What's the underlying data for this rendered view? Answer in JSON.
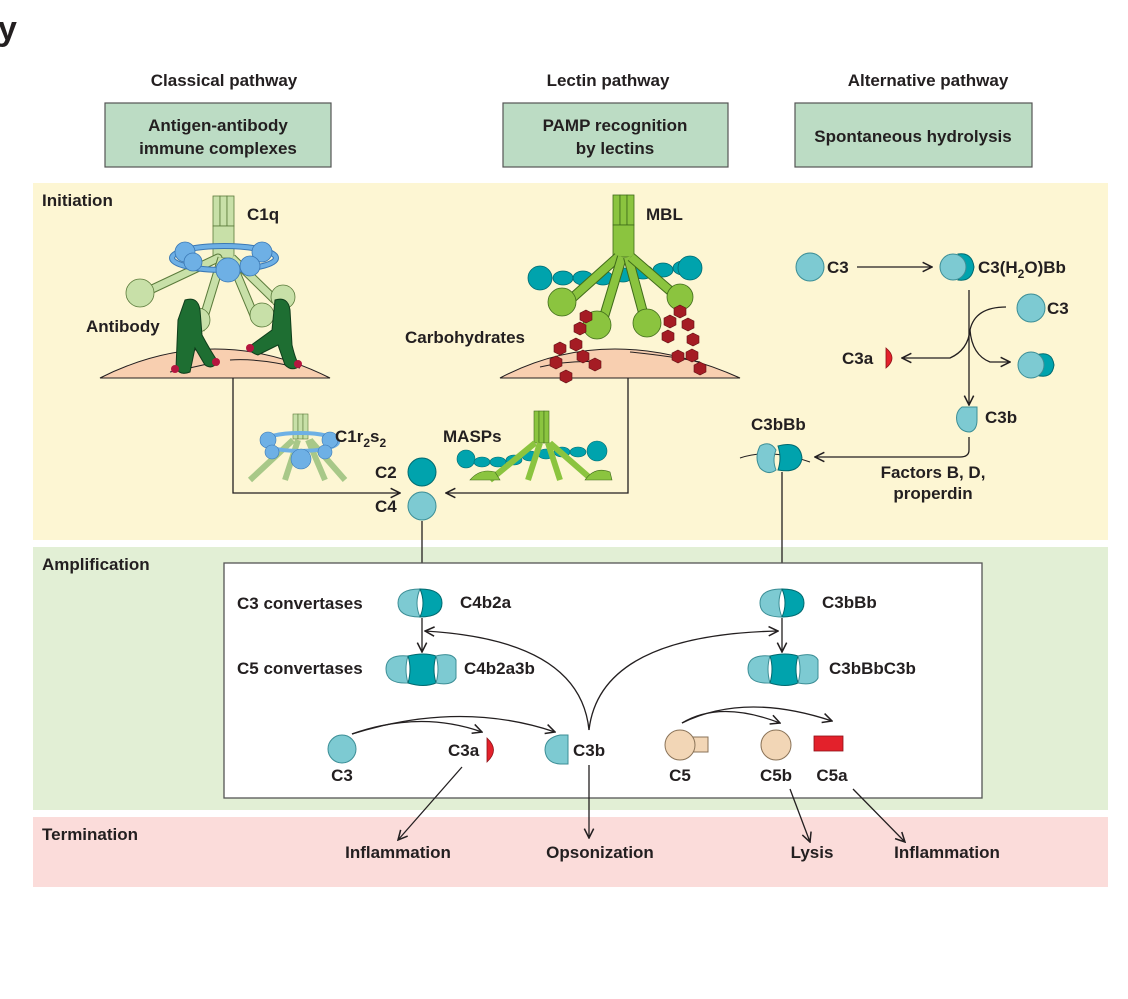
{
  "corner_mark": "y",
  "pathways": [
    {
      "title": "Classical pathway",
      "trigger": [
        "Antigen-antibody",
        "immune complexes"
      ]
    },
    {
      "title": "Lectin pathway",
      "trigger": [
        "PAMP recognition",
        "by lectins"
      ]
    },
    {
      "title": "Alternative pathway",
      "trigger": [
        "Spontaneous hydrolysis"
      ]
    }
  ],
  "stages": {
    "initiation": "Initiation",
    "amplification": "Amplification",
    "termination": "Termination"
  },
  "initiation": {
    "c1q": "C1q",
    "antibody": "Antibody",
    "mbl": "MBL",
    "carbohydrates": "Carbohydrates",
    "c1r2s2": {
      "base": "C1r",
      "sub1": "2",
      "mid": "s",
      "sub2": "2"
    },
    "masps": "MASPs",
    "c2": "C2",
    "c4": "C4",
    "alt_c3": "C3",
    "c3h2obb": {
      "pre": "C3(H",
      "sub": "2",
      "post": "O)Bb"
    },
    "alt_c3_second": "C3",
    "c3a": "C3a",
    "c3b": "C3b",
    "c3bbb": "C3bBb",
    "factors": [
      "Factors B, D,",
      "properdin"
    ]
  },
  "amplification": {
    "c3_convertases": "C3 convertases",
    "c5_convertases": "C5 convertases",
    "c4b2a": "C4b2a",
    "c4b2a3b": "C4b2a3b",
    "c3bbb": "C3bBb",
    "c3bbbc3b": "C3bBbC3b",
    "c3": "C3",
    "c3a": "C3a",
    "c3b": "C3b",
    "c5": "C5",
    "c5b": "C5b",
    "c5a": "C5a"
  },
  "termination": {
    "outcomes": [
      "Inflammation",
      "Opsonization",
      "Lysis",
      "Inflammation"
    ]
  },
  "colors": {
    "initiation_bg": "#fdf6d3",
    "amplification_bg": "#e2efd5",
    "termination_bg": "#fbdcda",
    "trigger_box": "#bcdcc4",
    "light_teal": "#7dcad2",
    "dark_teal": "#00a3ad",
    "c1_blue": "#6eb0e5",
    "c1q_green": "#c8e0a8",
    "mbl_green": "#8bc43f",
    "antibody_green": "#1e6e32",
    "carb_red": "#a51c24",
    "c3a_red": "#e3212b",
    "c5_tan": "#f2d6b6",
    "membrane": "#f8cfb0"
  }
}
